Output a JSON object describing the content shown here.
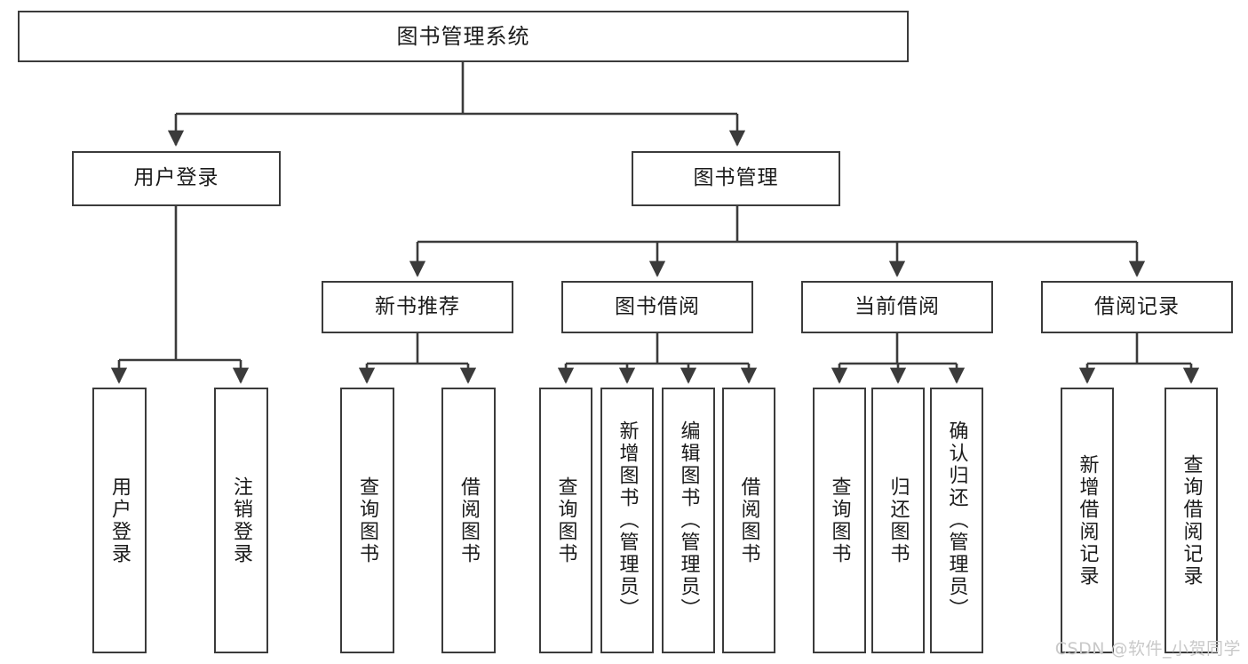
{
  "diagram": {
    "title": "图书管理系统",
    "type": "tree-hierarchy",
    "watermark": "CSDN @软件_小贺同学",
    "colors": {
      "box_border": "#3b3b3b",
      "box_fill": "#ffffff",
      "connector": "#3b3b3b",
      "text": "#1b1b1b",
      "watermark": "#c9c9c9"
    },
    "root": {
      "label": "图书管理系统"
    },
    "level2": [
      {
        "label": "用户登录"
      },
      {
        "label": "图书管理"
      }
    ],
    "level3": [
      {
        "label": "新书推荐"
      },
      {
        "label": "图书借阅"
      },
      {
        "label": "当前借阅"
      },
      {
        "label": "借阅记录"
      }
    ],
    "leaves": {
      "user_login": [
        {
          "label": "用户登录"
        },
        {
          "label": "注销登录"
        }
      ],
      "new_book_recommend": [
        {
          "label": "查询图书"
        },
        {
          "label": "借阅图书"
        }
      ],
      "book_borrow": [
        {
          "label": "查询图书"
        },
        {
          "label": "新增图书（管理员）"
        },
        {
          "label": "编辑图书（管理员）"
        },
        {
          "label": "借阅图书"
        }
      ],
      "current_borrow": [
        {
          "label": "查询图书"
        },
        {
          "label": "归还图书"
        },
        {
          "label": "确认归还（管理员）"
        }
      ],
      "borrow_record": [
        {
          "label": "新增借阅记录"
        },
        {
          "label": "查询借阅记录"
        }
      ]
    }
  }
}
